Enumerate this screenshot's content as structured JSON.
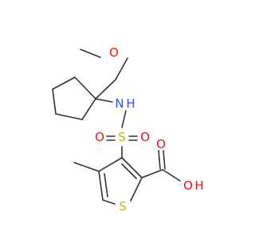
{
  "colors": {
    "bond": "#333333",
    "carbon": "#333333",
    "oxygen": "#ff0d0d",
    "nitrogen": "#3050f8",
    "sulfur": "#c6b800"
  },
  "atoms": {
    "ether_o": "O",
    "amine_n": "N",
    "amine_h": "H",
    "sulfonyl_s": "S",
    "sulfonyl_o_left": "O",
    "sulfonyl_o_right": "O",
    "hydroxyl_o": "O",
    "hydroxyl_h": "H",
    "thiophene_s": "S"
  }
}
